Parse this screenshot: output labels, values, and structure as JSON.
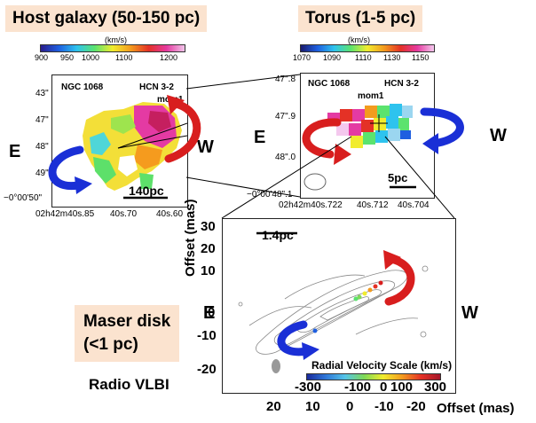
{
  "host": {
    "title": "Host galaxy (50-150 pc)",
    "colorbar_unit": "(km/s)",
    "colorbar_ticks": [
      "900",
      "950",
      "1000",
      "1100",
      "1200"
    ],
    "object_label": "NGC 1068",
    "line_label": "HCN 3-2",
    "moment_label": "mom1",
    "y_ticks": [
      "43\"",
      "47\"",
      "48\"",
      "49\"",
      "−0°00'50\""
    ],
    "x_ticks": [
      "02h42m40s.85",
      "40s.70",
      "40s.60"
    ],
    "scale_label": "140pc"
  },
  "torus": {
    "title": "Torus (1-5 pc)",
    "colorbar_unit": "(km/s)",
    "colorbar_ticks": [
      "1070",
      "1090",
      "1110",
      "1130",
      "1150"
    ],
    "object_label": "NGC 1068",
    "line_label": "HCN 3-2",
    "moment_label": "mom1",
    "y_ticks": [
      "47\".8",
      "47\".9",
      "48\".0",
      "−0°00'48\".1"
    ],
    "x_ticks": [
      "02h42m40s.722",
      "40s.712",
      "40s.704"
    ],
    "scale_label": "5pc"
  },
  "maser": {
    "title_line1": "Maser disk",
    "title_line2": "(<1 pc)",
    "technique": "Radio VLBI",
    "scale_label": "1.4pc",
    "ylabel": "Offset (mas)",
    "xlabel": "Offset (mas)",
    "y_ticks": [
      "30",
      "20",
      "10",
      "0",
      "-10",
      "-20"
    ],
    "x_ticks": [
      "20",
      "10",
      "0",
      "-10",
      "-20"
    ],
    "colorbar_label": "Radial Velocity Scale (km/s)",
    "colorbar_ticks": [
      "-300",
      "-100",
      "0",
      "100",
      "300"
    ]
  },
  "directions": {
    "east": "E",
    "west": "W"
  },
  "colors": {
    "title_background": "#fbe3cf",
    "arrow_red": "#d81e1e",
    "arrow_blue": "#1a2fd6"
  },
  "icons": [
    "red-curved-arrow-icon",
    "blue-curved-arrow-icon"
  ]
}
